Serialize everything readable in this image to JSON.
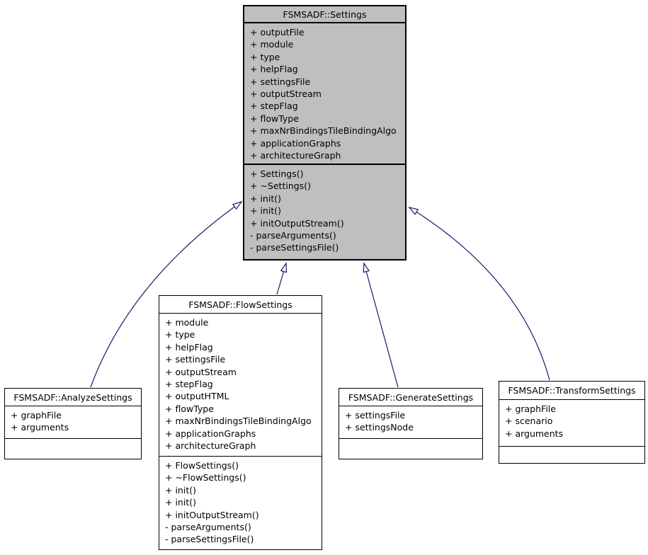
{
  "diagram": {
    "type": "uml-class-inheritance",
    "background_color": "#ffffff",
    "main_class_fill": "#bfbfbf",
    "derived_class_fill": "#ffffff",
    "border_color": "#000000",
    "arrow_color": "#191970",
    "classes": [
      {
        "id": "settings",
        "title": "FSMSADF::Settings",
        "attributes": [
          "+ outputFile",
          "+ module",
          "+ type",
          "+ helpFlag",
          "+ settingsFile",
          "+ outputStream",
          "+ stepFlag",
          "+ flowType",
          "+ maxNrBindingsTileBindingAlgo",
          "+ applicationGraphs",
          "+ architectureGraph"
        ],
        "methods": [
          "+ Settings()",
          "+ ~Settings()",
          "+ init()",
          "+ init()",
          "+ initOutputStream()",
          "- parseArguments()",
          "- parseSettingsFile()"
        ]
      },
      {
        "id": "flow-settings",
        "title": "FSMSADF::FlowSettings",
        "attributes": [
          "+ module",
          "+ type",
          "+ helpFlag",
          "+ settingsFile",
          "+ outputStream",
          "+ stepFlag",
          "+ outputHTML",
          "+ flowType",
          "+ maxNrBindingsTileBindingAlgo",
          "+ applicationGraphs",
          "+ architectureGraph"
        ],
        "methods": [
          "+ FlowSettings()",
          "+ ~FlowSettings()",
          "+ init()",
          "+ init()",
          "+ initOutputStream()",
          "- parseArguments()",
          "- parseSettingsFile()"
        ]
      },
      {
        "id": "analyze-settings",
        "title": "FSMSADF::AnalyzeSettings",
        "attributes": [
          "+ graphFile",
          "+ arguments"
        ],
        "methods": []
      },
      {
        "id": "generate-settings",
        "title": "FSMSADF::GenerateSettings",
        "attributes": [
          "+ settingsFile",
          "+ settingsNode"
        ],
        "methods": []
      },
      {
        "id": "transform-settings",
        "title": "FSMSADF::TransformSettings",
        "attributes": [
          "+ graphFile",
          "+ scenario",
          "+ arguments"
        ],
        "methods": []
      }
    ],
    "relations": [
      {
        "from": "FSMSADF::AnalyzeSettings",
        "to": "FSMSADF::Settings",
        "type": "inheritance"
      },
      {
        "from": "FSMSADF::FlowSettings",
        "to": "FSMSADF::Settings",
        "type": "inheritance"
      },
      {
        "from": "FSMSADF::GenerateSettings",
        "to": "FSMSADF::Settings",
        "type": "inheritance"
      },
      {
        "from": "FSMSADF::TransformSettings",
        "to": "FSMSADF::Settings",
        "type": "inheritance"
      }
    ]
  }
}
